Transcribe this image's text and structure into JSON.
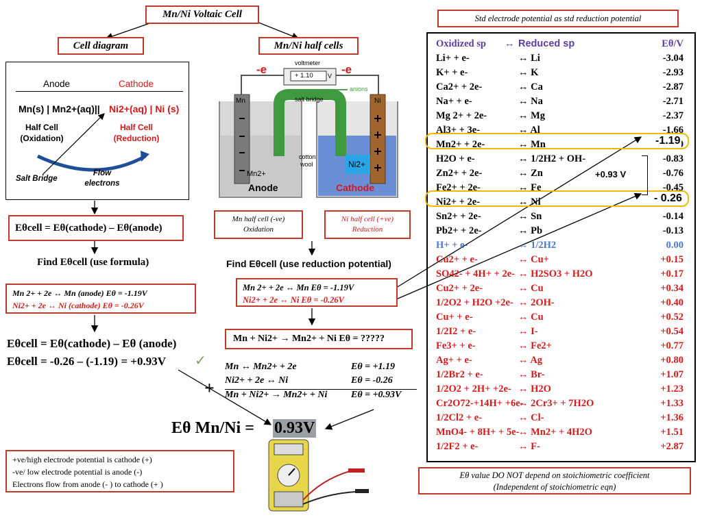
{
  "title": "Mn/Ni Voltaic Cell",
  "cell_diagram_label": "Cell diagram",
  "half_cells_label": "Mn/Ni half cells",
  "std_box_label": "Std electrode potential as std reduction potential",
  "left_panel": {
    "anode": "Anode",
    "cathode": "Cathode",
    "notation_left": "Mn(s) | Mn2+(aq)||",
    "notation_right": "Ni2+(aq)  | Ni (s)",
    "half_cell_ox": "Half Cell",
    "half_cell_ox2": "(Oxidation)",
    "half_cell_red": "Half Cell",
    "half_cell_red2": "(Reduction)",
    "salt_bridge": "Salt Bridge",
    "flow": "Flow",
    "electrons": "electrons"
  },
  "apparatus": {
    "e_left": "-e",
    "e_right": "-e",
    "voltmeter": "voltmeter",
    "voltmeter_reading": "+ 1.10",
    "voltmeter_unit": "V",
    "anions": "anions",
    "salt_bridge": "salt bridge",
    "mn": "Mn",
    "ni": "Ni",
    "cotton": "cotton",
    "wool": "wool",
    "mn2": "Mn2+",
    "ni2": "Ni2+",
    "anode": "Anode",
    "cathode": "Cathode"
  },
  "mn_half": {
    "line1": "Mn half cell (-ve)",
    "line2": "Oxidation"
  },
  "ni_half": {
    "line1": "Ni half cell (+ve)",
    "line2": "Reduction"
  },
  "formula_box": "Eθcell = Eθ(cathode) – Eθ(anode)",
  "find_formula": "Find Eθcell (use formula)",
  "find_reduction": "Find Eθcell (use reduction potential)",
  "eq_box_left": {
    "line1": "Mn 2+ + 2e ↔ Mn (anode)   Eθ = -1.19V",
    "line2": "Ni2+  + 2e ↔ Ni  (cathode)  Eθ = -0.26V"
  },
  "eq_box_mid": {
    "line1": "Mn 2+ + 2e ↔ Mn       Eθ = -1.19V",
    "line2": "Ni2+   + 2e  ↔  Ni     Eθ = -0.26V"
  },
  "overall_box": "Mn + Ni2+ → Mn2+ + Ni  Eθ  = ?????",
  "calc": {
    "line1": "Eθcell = Eθ(cathode) – Eθ (anode)",
    "line2": "Eθcell = -0.26 – (-1.19) = +0.93V"
  },
  "sum_lines": [
    {
      "eq": "Mn          ↔  Mn2+ + 2e",
      "e": "Eθ = +1.19"
    },
    {
      "eq": "Ni2+ + 2e  ↔  Ni",
      "e": "Eθ = -0.26"
    },
    {
      "eq": "Mn  + Ni2+ → Mn2+ + Ni",
      "e": "Eθ = +0.93V"
    }
  ],
  "plus": "+",
  "result": {
    "label": "Eθ Mn/Ni =",
    "value": "0.93V"
  },
  "notes": [
    "+ve/high electrode potential is cathode (+)",
    "-ve/ low electrode potential is anode (-)",
    "Electrons flow from anode (- ) to cathode (+ )"
  ],
  "table": {
    "headers": {
      "ox": "Oxidized sp",
      "arrow": "↔",
      "red": "Reduced sp",
      "e": "Eθ/V"
    },
    "rows": [
      {
        "ox": "Li+   +  e-",
        "red": "↔   Li",
        "e": "-3.04",
        "c": "k"
      },
      {
        "ox": "K+    +  e-",
        "red": "↔   K",
        "e": "-2.93",
        "c": "k"
      },
      {
        "ox": "Ca2+  + 2e-",
        "red": "↔  Ca",
        "e": "-2.87",
        "c": "k"
      },
      {
        "ox": "Na+   +  e-",
        "red": "↔  Na",
        "e": "-2.71",
        "c": "k"
      },
      {
        "ox": "Mg 2+ + 2e-",
        "red": "↔  Mg",
        "e": "-2.37",
        "c": "k"
      },
      {
        "ox": "Al3+  + 3e-",
        "red": "↔  Al",
        "e": "-1.66",
        "c": "k"
      },
      {
        "ox": "Mn2+ + 2e-",
        "red": "↔  Mn",
        "e": "-1.19",
        "c": "k"
      },
      {
        "ox": "H2O  +  e-",
        "red": "↔ 1/2H2 + OH-",
        "e": "-0.83",
        "c": "k"
      },
      {
        "ox": "Zn2+ +  2e-",
        "red": "↔  Zn",
        "e": "-0.76",
        "c": "k"
      },
      {
        "ox": "Fe2+  +  2e-",
        "red": "↔  Fe",
        "e": "-0.45",
        "c": "k"
      },
      {
        "ox": "Ni2+  +  2e-",
        "red": "↔  Ni",
        "e": "- 0.26",
        "c": "k"
      },
      {
        "ox": "Sn2+  +  2e-",
        "red": "↔  Sn",
        "e": "-0.14",
        "c": "k"
      },
      {
        "ox": "Pb2+  +  2e-",
        "red": "↔  Pb",
        "e": "-0.13",
        "c": "k"
      },
      {
        "ox": "H+      +  e-",
        "red": "↔ 1/2H2",
        "e": "0.00",
        "c": "b"
      },
      {
        "ox": "Cu2+  +  e-",
        "red": "↔  Cu+",
        "e": "+0.15",
        "c": "r"
      },
      {
        "ox": "SO42- + 4H+ + 2e-",
        "red": "↔ H2SO3 + H2O",
        "e": "+0.17",
        "c": "r"
      },
      {
        "ox": "Cu2+  +  2e-",
        "red": "↔  Cu",
        "e": "+0.34",
        "c": "r"
      },
      {
        "ox": "1/2O2 + H2O +2e-",
        "red": "↔  2OH-",
        "e": "+0.40",
        "c": "r"
      },
      {
        "ox": "Cu+   +  e-",
        "red": "↔  Cu",
        "e": "+0.52",
        "c": "r"
      },
      {
        "ox": "1/2I2   +  e-",
        "red": "↔   I-",
        "e": "+0.54",
        "c": "r"
      },
      {
        "ox": "Fe3+   +  e-",
        "red": "↔  Fe2+",
        "e": "+0.77",
        "c": "r"
      },
      {
        "ox": "Ag+    +  e-",
        "red": "↔  Ag",
        "e": "+0.80",
        "c": "r"
      },
      {
        "ox": "1/2Br2  +  e-",
        "red": "↔  Br-",
        "e": "+1.07",
        "c": "r"
      },
      {
        "ox": "1/2O2 + 2H+ +2e-",
        "red": "↔  H2O",
        "e": "+1.23",
        "c": "r"
      },
      {
        "ox": "Cr2O72-+14H+ +6e-",
        "red": "↔  2Cr3+ + 7H2O",
        "e": "+1.33",
        "c": "r"
      },
      {
        "ox": "1/2Cl2   +  e-",
        "red": "↔  Cl-",
        "e": "+1.36",
        "c": "r"
      },
      {
        "ox": "MnO4- + 8H+ + 5e-",
        "red": "↔ Mn2+ + 4H2O",
        "e": "+1.51",
        "c": "r"
      },
      {
        "ox": "1/2F2   +  e-",
        "red": "↔  F-",
        "e": "+2.87",
        "c": "r"
      }
    ],
    "big_mn": "-1.19",
    "big_ni": "- 0.26",
    "diff": "+0.93 V"
  },
  "footer": {
    "line1": "Eθ value DO NOT depend on stoichiometric coefficient",
    "line2": "(Independent of stoichiometric eqn)"
  },
  "colors": {
    "red": "#d11a1a",
    "box_border": "#c0392b",
    "highlight": "#f0b800",
    "blue": "#4a78c8",
    "purple": "#5b3fa0"
  }
}
